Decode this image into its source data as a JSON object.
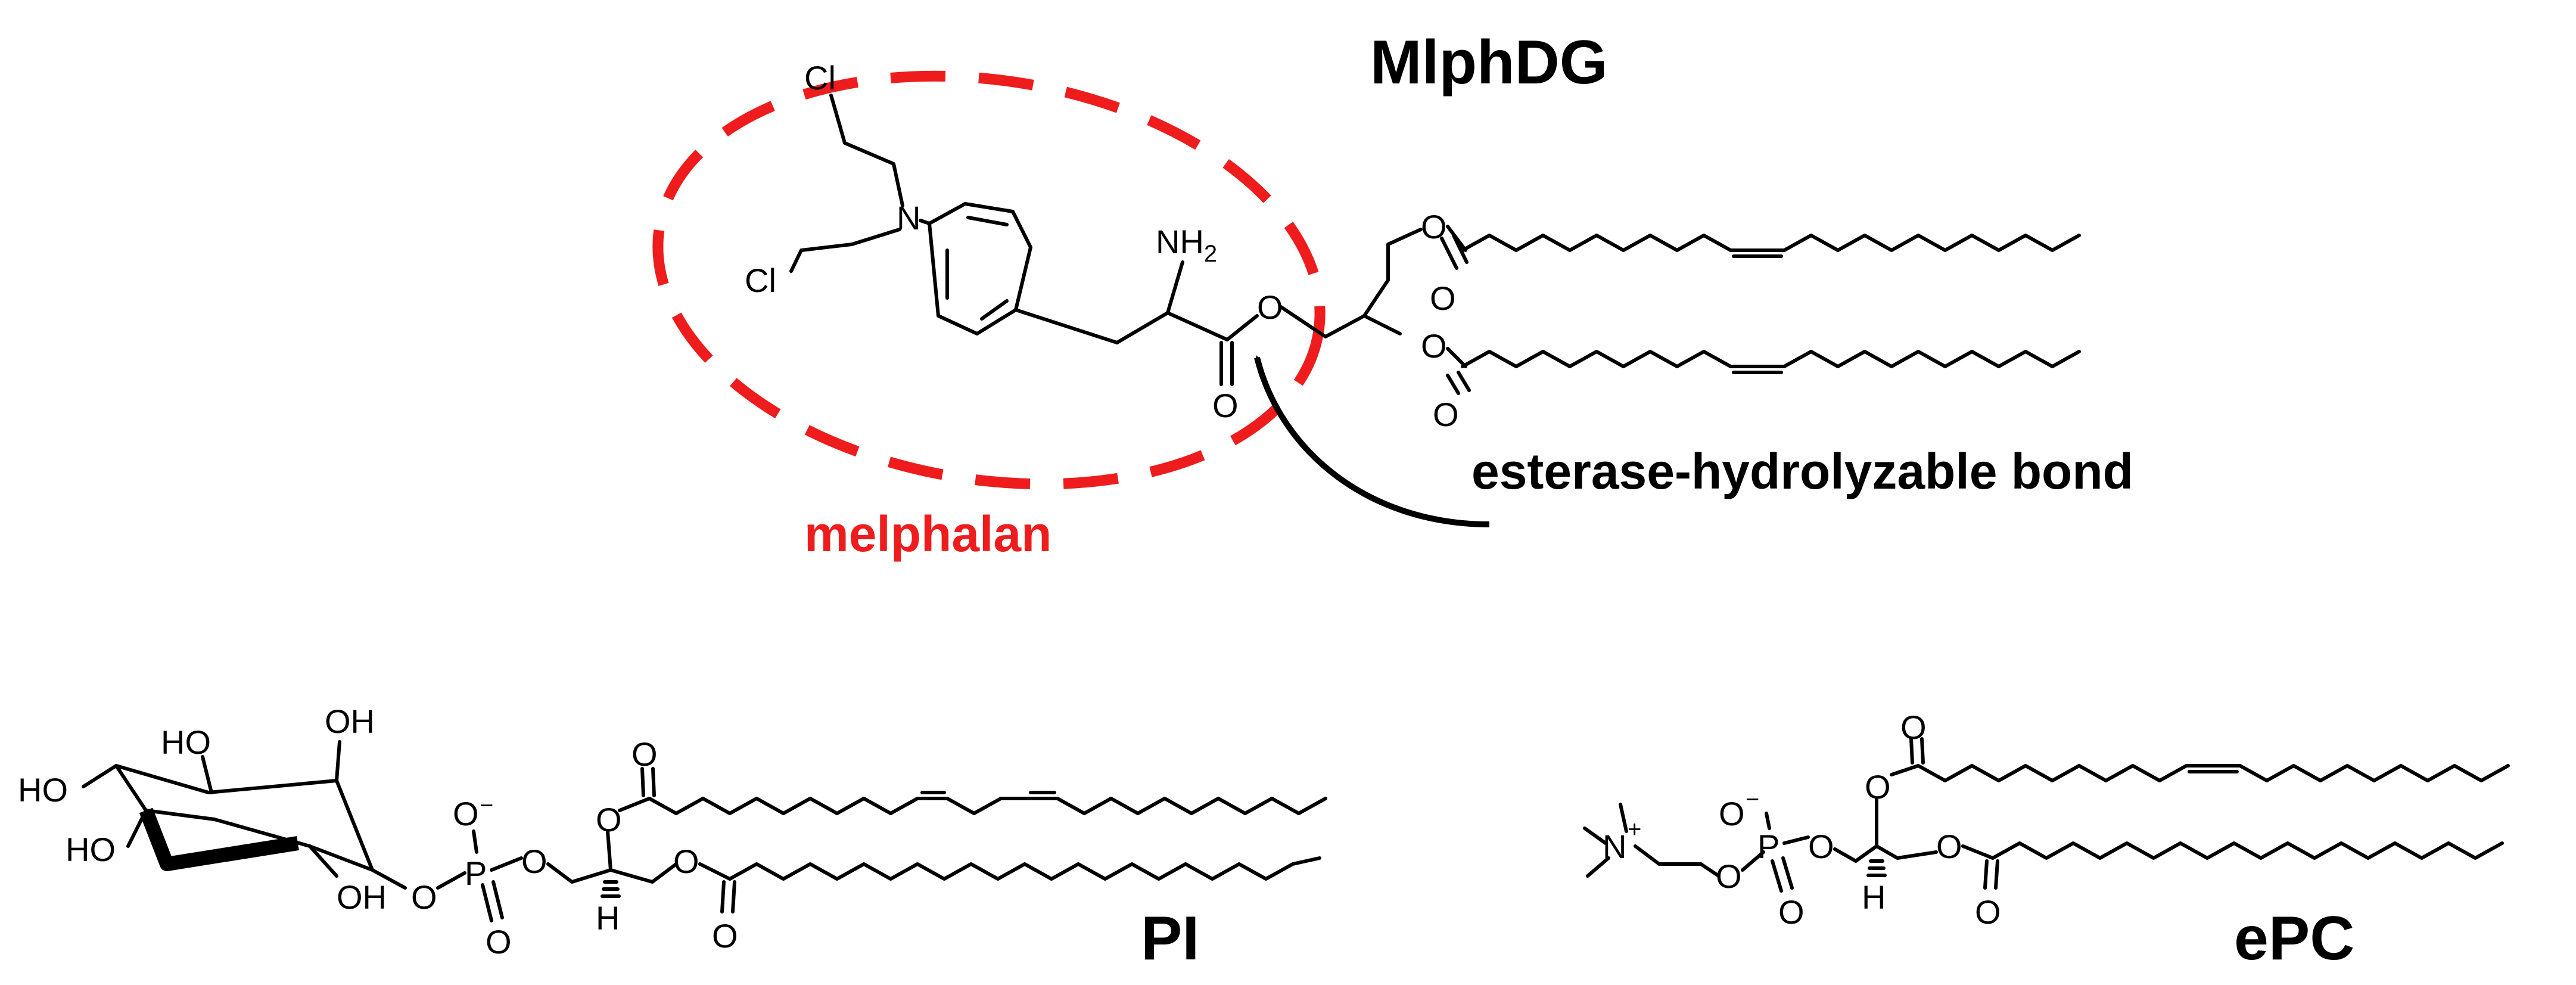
{
  "titles": {
    "main": "MlphDG",
    "pi": "PI",
    "epc": "ePC"
  },
  "annotations": {
    "melphalan": "melphalan",
    "esterase": "esterase-hydrolyzable bond"
  },
  "colors": {
    "highlight": "#ee1c1c",
    "ink": "#000000"
  },
  "mlphdg_atoms": {
    "cl_top": "Cl",
    "cl_bottom": "Cl",
    "n": "N",
    "nh2": "NH",
    "nh2_sub": "2",
    "o_carbonyl": "O",
    "o_ester": "O",
    "o_chain1": "O",
    "o_chain1_carbonyl": "O",
    "o_chain2": "O",
    "o_chain2_carbonyl": "O"
  },
  "pi_atoms": {
    "oh_top": "OH",
    "ho_top": "HO",
    "ho_left": "HO",
    "ho_low": "HO",
    "oh_low": "OH",
    "o_link": "O",
    "p": "P",
    "o_minus": "O",
    "minus": "−",
    "o_p_dbl": "O",
    "o_p_right": "O",
    "h": "H",
    "o_sn2": "O",
    "o_sn2_carbonyl": "O",
    "o_sn1": "O",
    "o_sn1_carbonyl": "O"
  },
  "epc_atoms": {
    "n_plus": "N",
    "plus": "+",
    "o_link": "O",
    "p": "P",
    "o_minus": "O",
    "minus": "−",
    "o_p_dbl": "O",
    "o_p_right": "O",
    "h": "H",
    "o_sn2": "O",
    "o_sn2_carbonyl": "O",
    "o_sn1": "O",
    "o_sn1_carbonyl": "O"
  }
}
